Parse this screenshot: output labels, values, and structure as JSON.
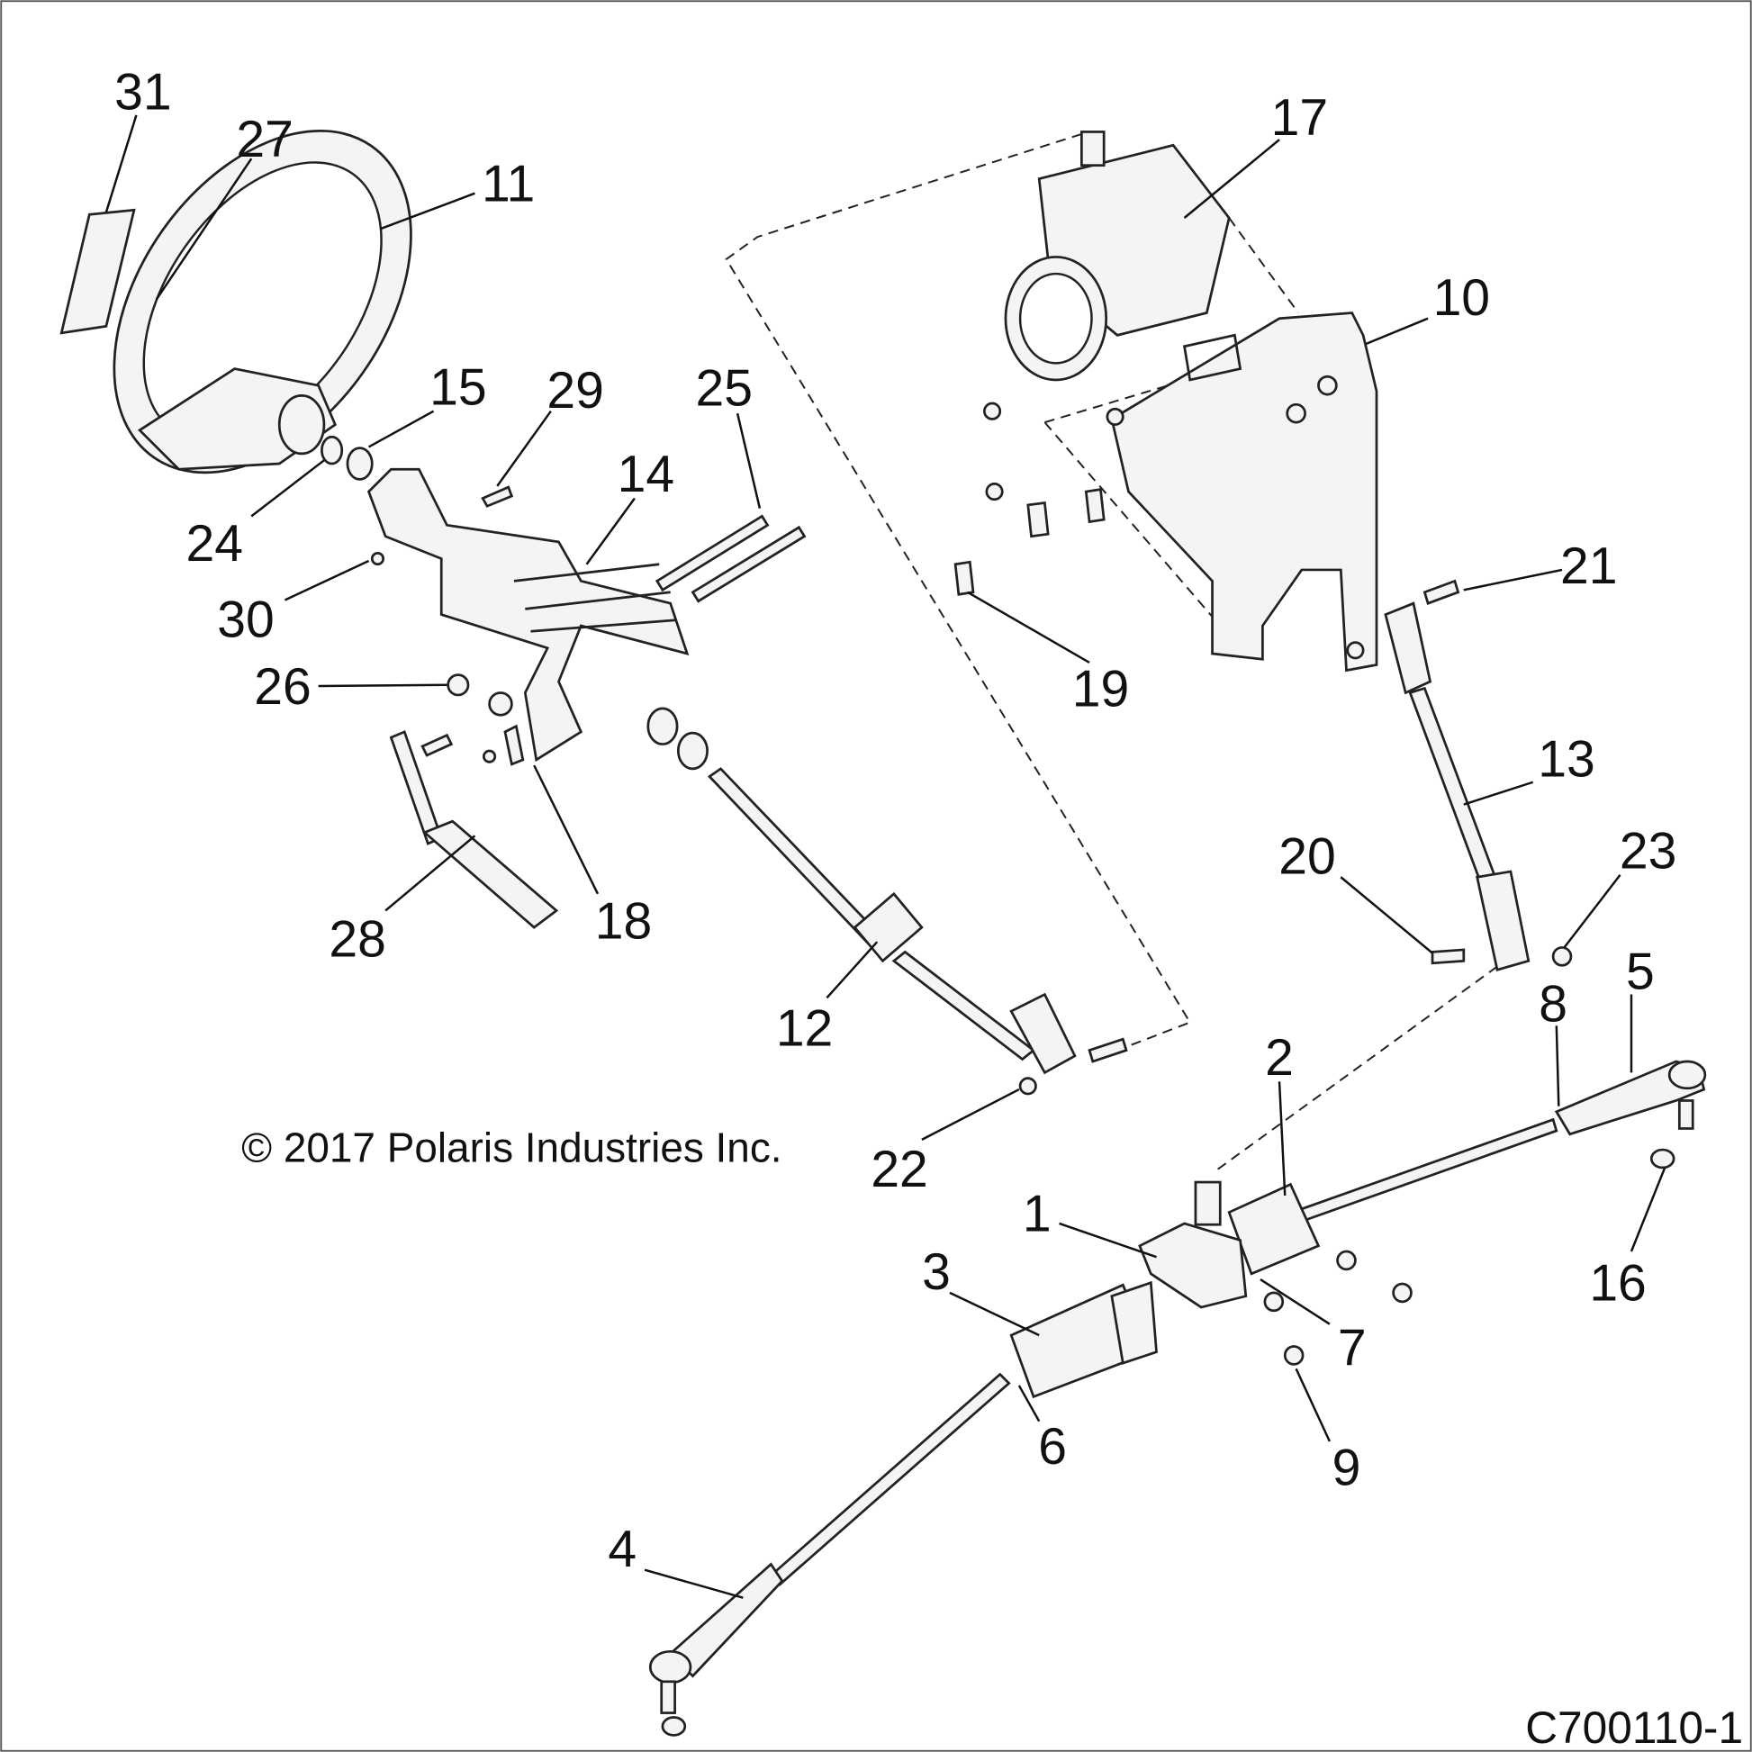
{
  "diagram_title_code": "C700110-1",
  "copyright": "© 2017 Polaris Industries Inc.",
  "callouts": {
    "1": "1",
    "2": "2",
    "3": "3",
    "4": "4",
    "5": "5",
    "6": "6",
    "7": "7",
    "8": "8",
    "9": "9",
    "10": "10",
    "11": "11",
    "12": "12",
    "13": "13",
    "14": "14",
    "15": "15",
    "16": "16",
    "17": "17",
    "18": "18",
    "19": "19",
    "20": "20",
    "21": "21",
    "22": "22",
    "23": "23",
    "24": "24",
    "25": "25",
    "26": "26",
    "27": "27",
    "28": "28",
    "29": "29",
    "30": "30",
    "31": "31"
  }
}
